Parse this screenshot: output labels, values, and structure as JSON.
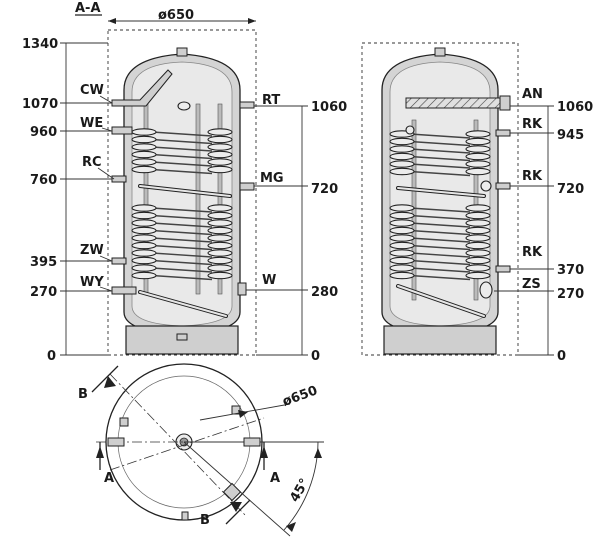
{
  "section_title": "A-A",
  "diameter_top": "ø650",
  "diameter_plan": "ø650",
  "left_view": {
    "connections": [
      "CW",
      "WE",
      "RC",
      "ZW",
      "WY",
      "RT",
      "MG",
      "W"
    ],
    "left_dims": [
      "1340",
      "1070",
      "960",
      "760",
      "395",
      "270",
      "0"
    ],
    "right_dims": [
      "1060",
      "720",
      "280",
      "0"
    ]
  },
  "right_view": {
    "connections": [
      "AN",
      "RK",
      "RK",
      "RK",
      "ZS"
    ],
    "right_dims": [
      "1060",
      "945",
      "720",
      "370",
      "270",
      "0"
    ]
  },
  "plan_view": {
    "section_a_left": "A",
    "section_a_right": "A",
    "section_b_top": "B",
    "section_b_bottom": "B",
    "angle": "45°"
  }
}
